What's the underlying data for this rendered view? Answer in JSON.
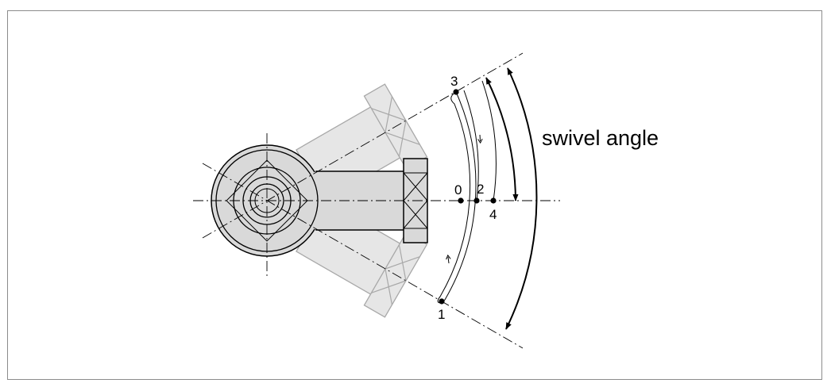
{
  "diagram": {
    "point_labels": {
      "p0": "0",
      "p1": "1",
      "p2": "2",
      "p3": "3",
      "p4": "4"
    },
    "dimension_label": "swivel angle",
    "colors": {
      "line": "#000000",
      "part_fill": "#d9d9d9",
      "ghost_fill": "#e6e6e6",
      "ghost_stroke": "#a8a8a8",
      "frame": "#8c8c8c"
    }
  }
}
